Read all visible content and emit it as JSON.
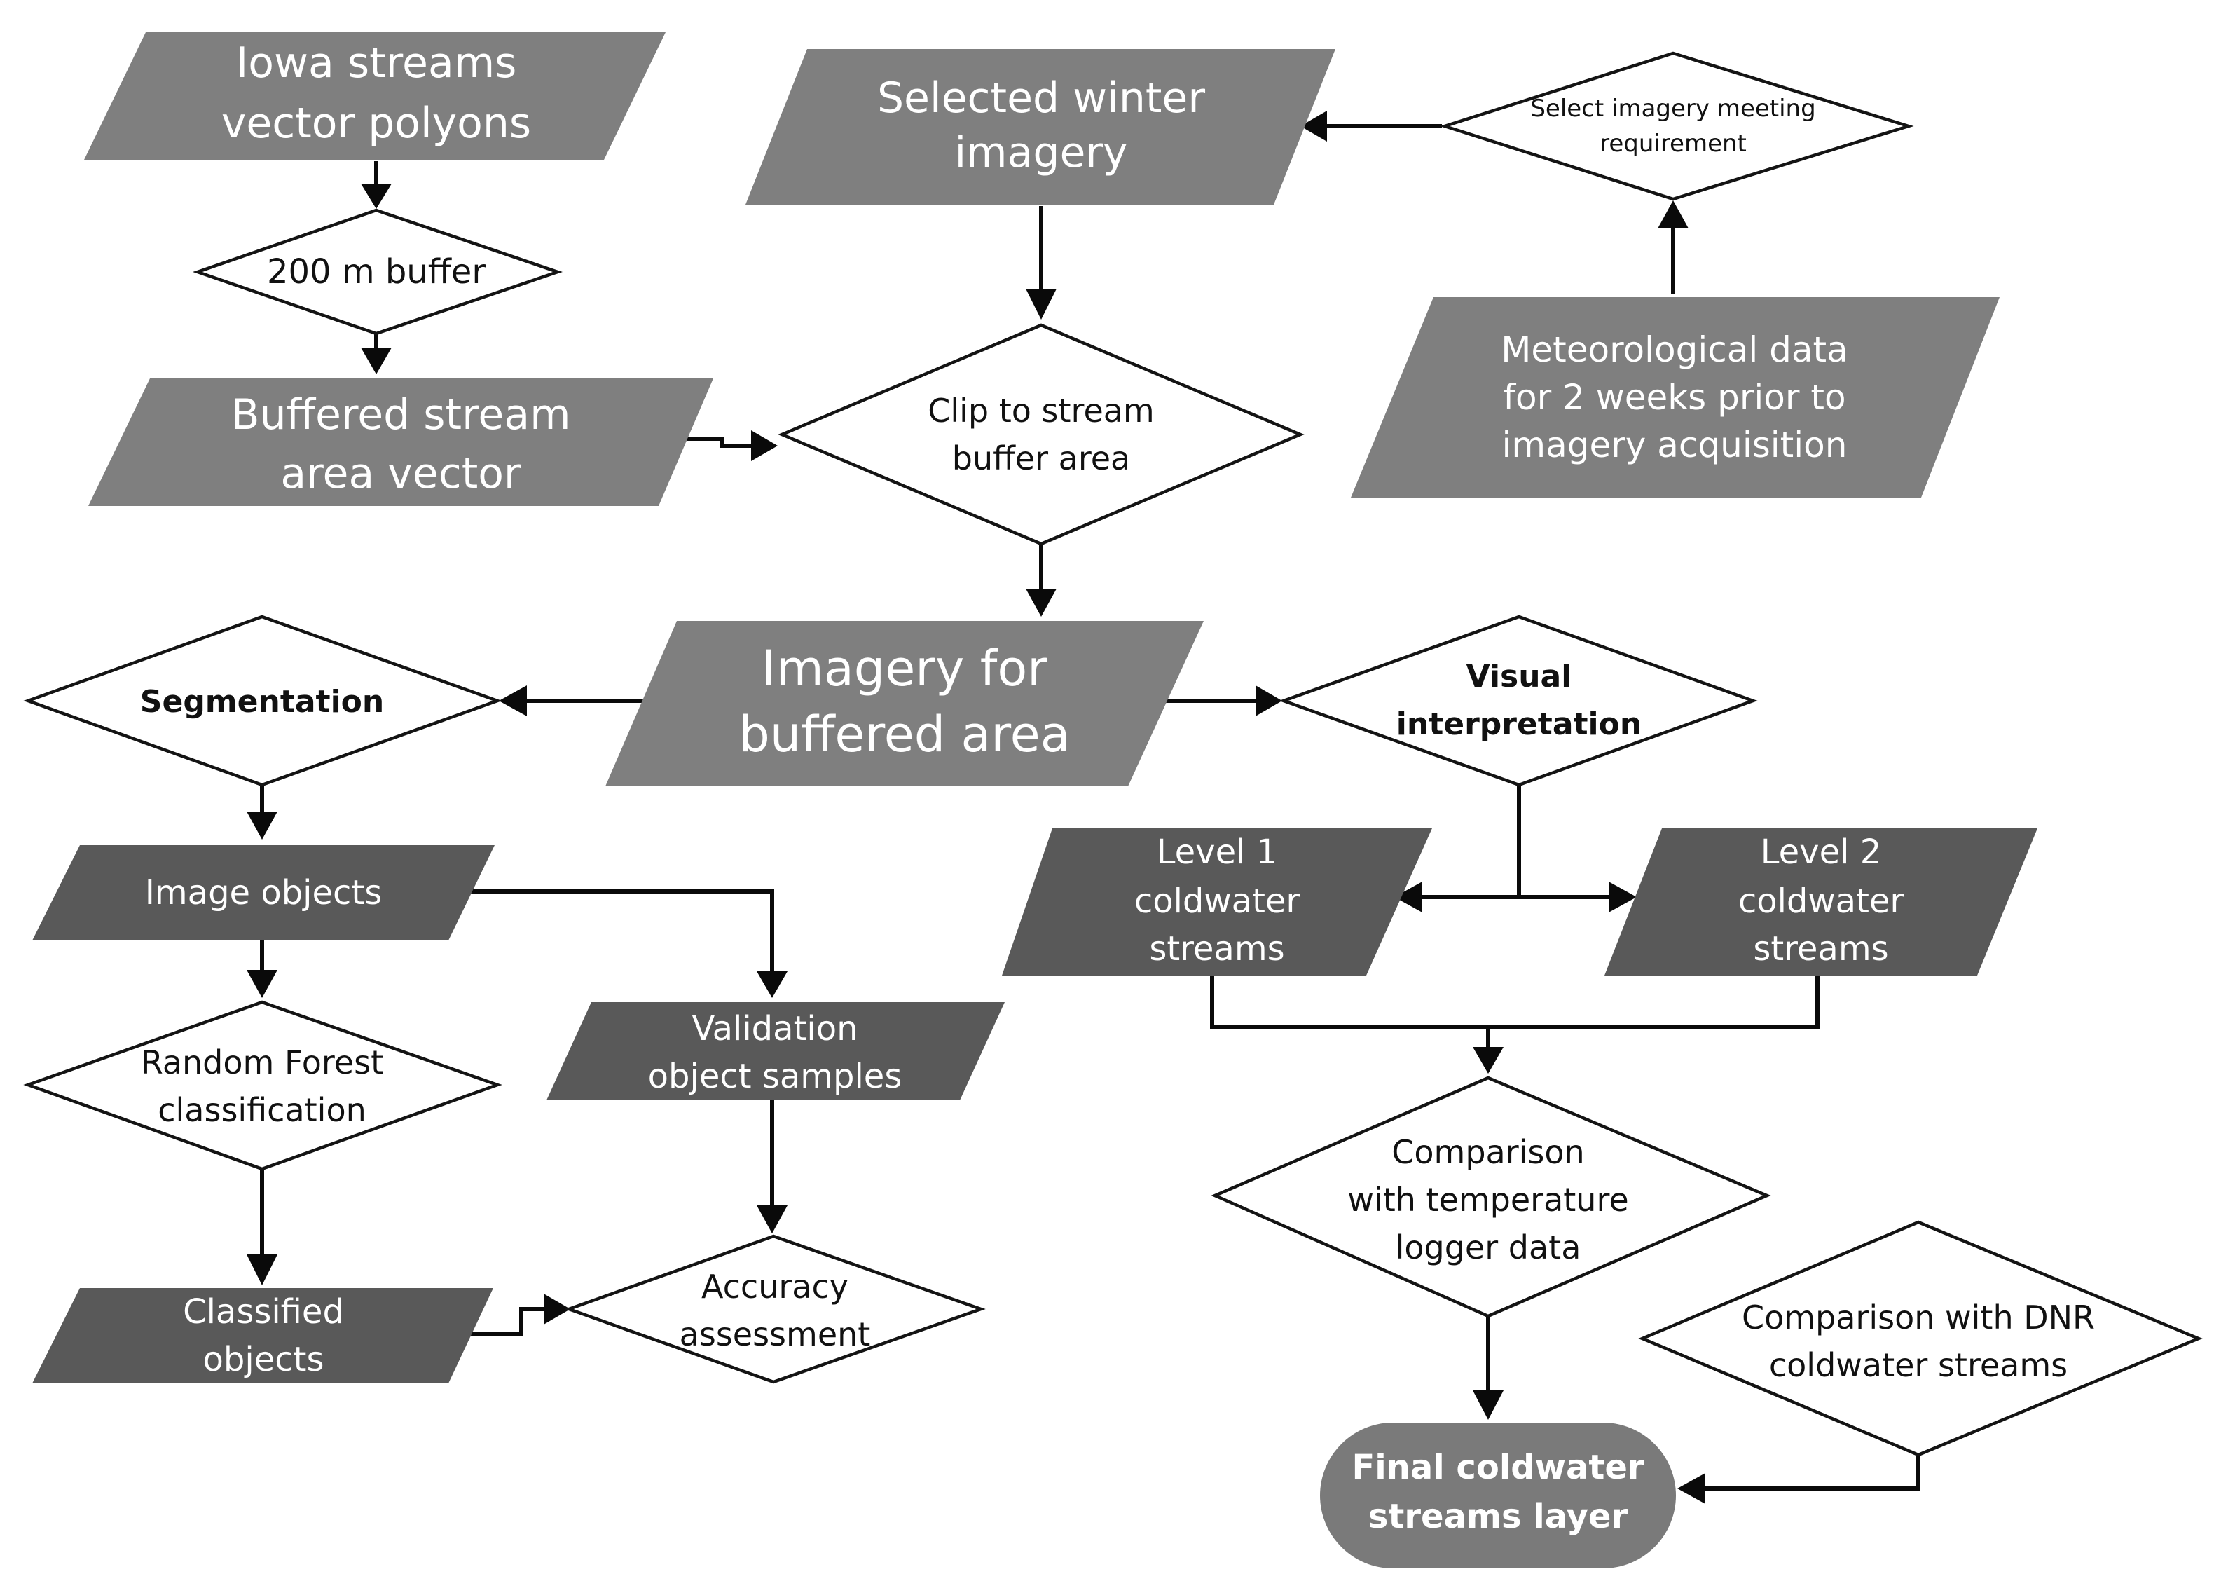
{
  "nodes": {
    "iowa_streams": [
      "Iowa streams",
      "vector polyons"
    ],
    "buffer_200m": [
      "200 m buffer"
    ],
    "buffered_stream_area": [
      "Buffered stream",
      "area vector"
    ],
    "selected_winter_imagery": [
      "Selected winter",
      "imagery"
    ],
    "select_imagery_requirement": [
      "Select imagery meeting",
      "requirement"
    ],
    "meteorological_data": [
      "Meteorological data",
      "for 2 weeks prior to",
      "imagery acquisition"
    ],
    "clip_to_buffer": [
      "Clip to stream",
      "buffer area"
    ],
    "imagery_buffered_area": [
      "Imagery for",
      "buffered area"
    ],
    "segmentation": [
      "Segmentation"
    ],
    "visual_interpretation": [
      "Visual",
      "interpretation"
    ],
    "image_objects": [
      "Image objects"
    ],
    "level1_streams": [
      "Level 1",
      "coldwater",
      "streams"
    ],
    "level2_streams": [
      "Level 2",
      "coldwater",
      "streams"
    ],
    "random_forest": [
      "Random Forest",
      "classification"
    ],
    "validation_samples": [
      "Validation",
      "object samples"
    ],
    "comparison_temperature": [
      "Comparison",
      "with temperature",
      "logger data"
    ],
    "classified_objects": [
      "Classified",
      "objects"
    ],
    "accuracy_assessment": [
      "Accuracy",
      "assessment"
    ],
    "comparison_dnr": [
      "Comparison with DNR",
      "coldwater streams"
    ],
    "final_layer": [
      "Final coldwater",
      "streams layer"
    ]
  },
  "colors": {
    "input_parallelogram": "#7f7f7f",
    "derived_parallelogram": "#595959",
    "decision_fill": "#ffffff",
    "terminal": "#7a7a7a",
    "connector": "#0a0a0a"
  }
}
